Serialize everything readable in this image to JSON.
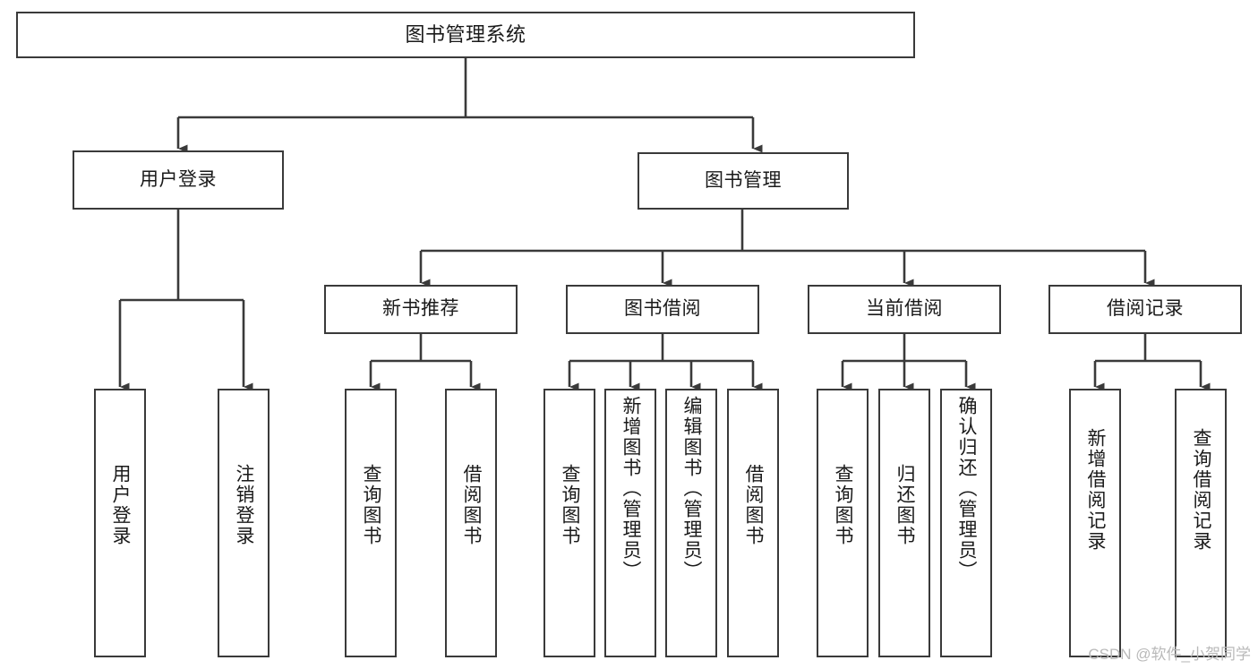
{
  "diagram": {
    "title": "图书管理系统",
    "type": "tree-hierarchy-chart",
    "orientation": "top-down",
    "colors": {
      "stroke": "#3a3a3a",
      "fill": "#ffffff",
      "text": "#1a1a1a",
      "watermark": "#b9b9b9"
    },
    "root": {
      "label": "图书管理系统"
    },
    "level2": [
      {
        "label": "用户登录"
      },
      {
        "label": "图书管理"
      }
    ],
    "level3": [
      {
        "label": "新书推荐"
      },
      {
        "label": "图书借阅"
      },
      {
        "label": "当前借阅"
      },
      {
        "label": "借阅记录"
      }
    ],
    "leaves": {
      "user_login": [
        {
          "label": "用户登录"
        },
        {
          "label": "注销登录"
        }
      ],
      "new_book_recommend": [
        {
          "label": "查询图书"
        },
        {
          "label": "借阅图书"
        }
      ],
      "book_borrow": [
        {
          "label": "查询图书"
        },
        {
          "label": "新增图书（管理员）"
        },
        {
          "label": "编辑图书（管理员）"
        },
        {
          "label": "借阅图书"
        }
      ],
      "current_borrow": [
        {
          "label": "查询图书"
        },
        {
          "label": "归还图书"
        },
        {
          "label": "确认归还（管理员）"
        }
      ],
      "borrow_record": [
        {
          "label": "新增借阅记录"
        },
        {
          "label": "查询借阅记录"
        }
      ]
    }
  },
  "watermark": {
    "text": "CSDN @软件_小贺同学"
  }
}
